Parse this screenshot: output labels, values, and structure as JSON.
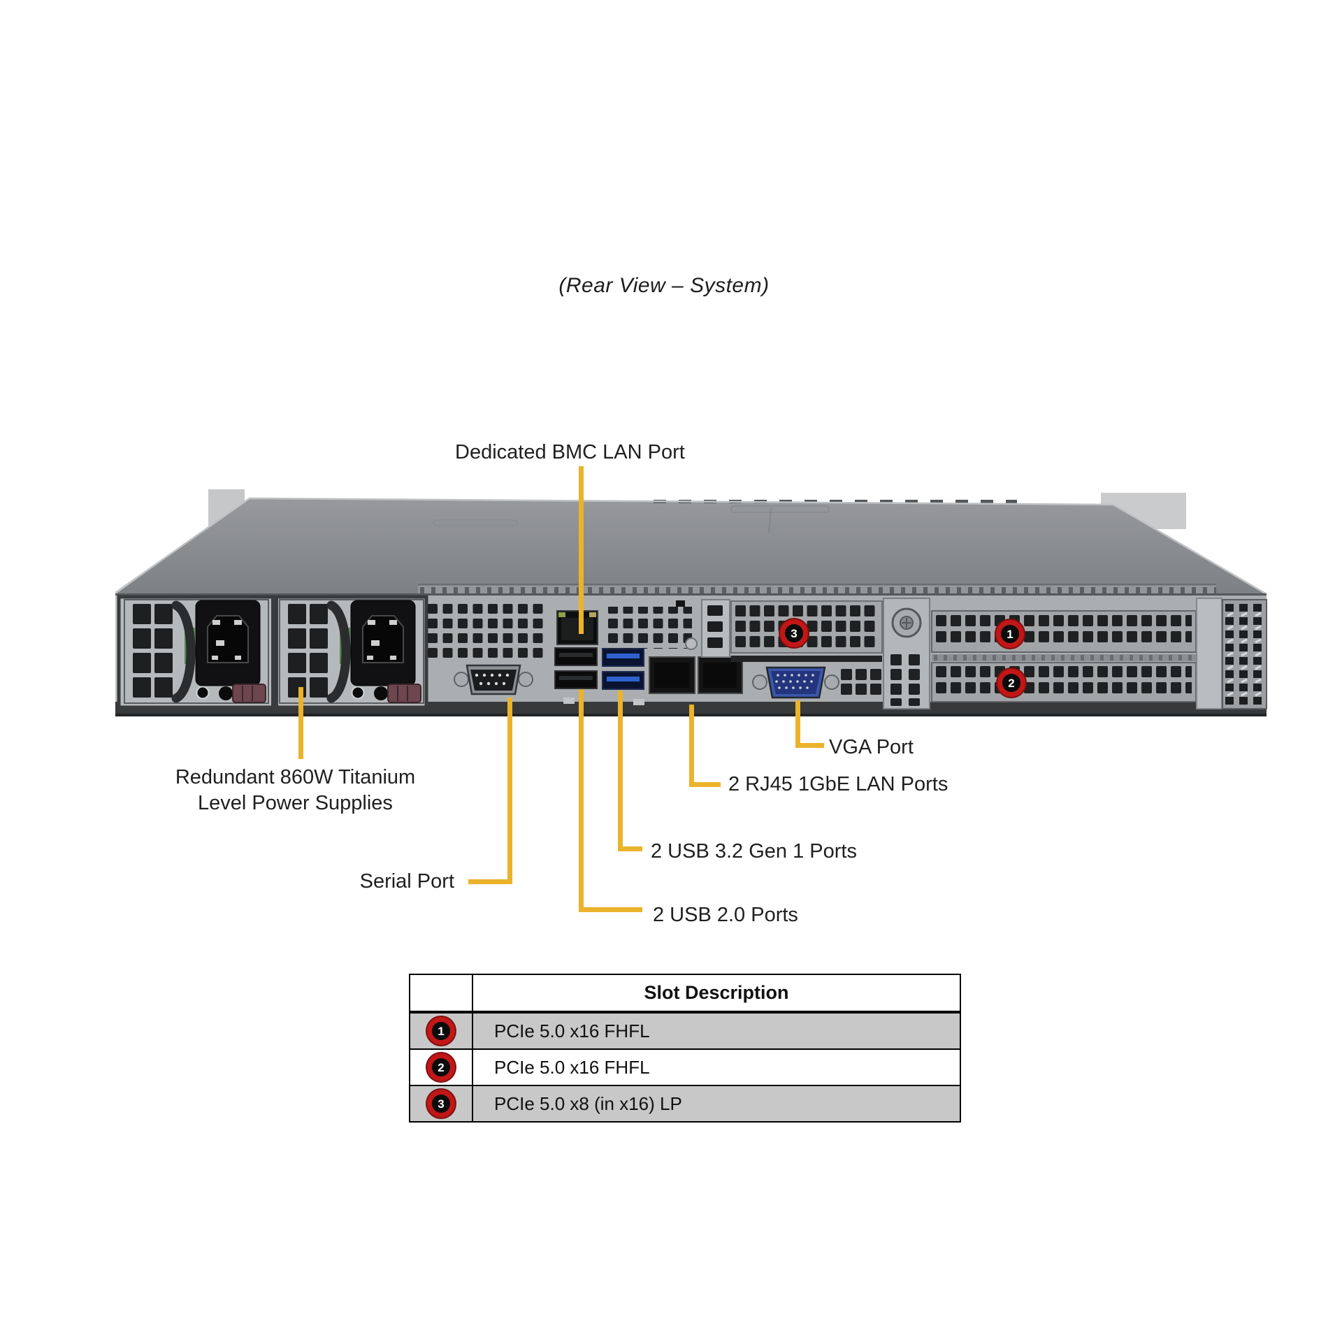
{
  "title": "(Rear View – System)",
  "labels": {
    "bmc": "Dedicated BMC LAN Port",
    "psu_line1": "Redundant 860W Titanium",
    "psu_line2": "Level Power Supplies",
    "serial": "Serial Port",
    "vga": "VGA Port",
    "lan": "2 RJ45 1GbE LAN Ports",
    "usb3": "2 USB 3.2 Gen 1 Ports",
    "usb2": "2 USB 2.0 Ports"
  },
  "badges": {
    "slot1": "1",
    "slot2": "2",
    "slot3": "3"
  },
  "table": {
    "header": "Slot Description",
    "rows": [
      {
        "num": "1",
        "desc": "PCIe 5.0 x16 FHFL"
      },
      {
        "num": "2",
        "desc": "PCIe 5.0 x16 FHFL"
      },
      {
        "num": "3",
        "desc": "PCIe 5.0 x8 (in x16) LP"
      }
    ]
  },
  "colors": {
    "callout_yellow": "#EBB32B",
    "badge_red": "#C21717",
    "table_row_gray": "#C8C8C8"
  }
}
